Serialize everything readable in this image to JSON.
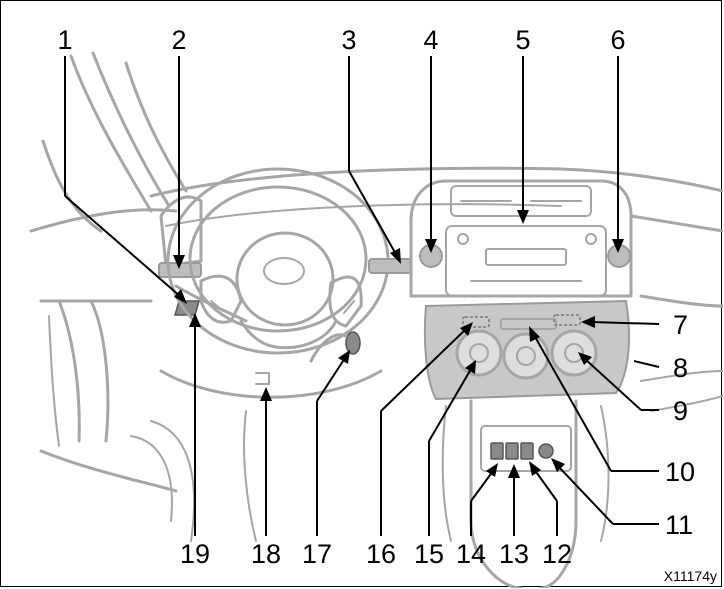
{
  "diagram": {
    "callouts": [
      {
        "id": 1,
        "label": "1"
      },
      {
        "id": 2,
        "label": "2"
      },
      {
        "id": 3,
        "label": "3"
      },
      {
        "id": 4,
        "label": "4"
      },
      {
        "id": 5,
        "label": "5"
      },
      {
        "id": 6,
        "label": "6"
      },
      {
        "id": 7,
        "label": "7"
      },
      {
        "id": 8,
        "label": "8"
      },
      {
        "id": 9,
        "label": "9"
      },
      {
        "id": 10,
        "label": "10"
      },
      {
        "id": 11,
        "label": "11"
      },
      {
        "id": 12,
        "label": "12"
      },
      {
        "id": 13,
        "label": "13"
      },
      {
        "id": 14,
        "label": "14"
      },
      {
        "id": 15,
        "label": "15"
      },
      {
        "id": 16,
        "label": "16"
      },
      {
        "id": 17,
        "label": "17"
      },
      {
        "id": 18,
        "label": "18"
      },
      {
        "id": 19,
        "label": "19"
      }
    ],
    "reference_code": "X11174y"
  }
}
